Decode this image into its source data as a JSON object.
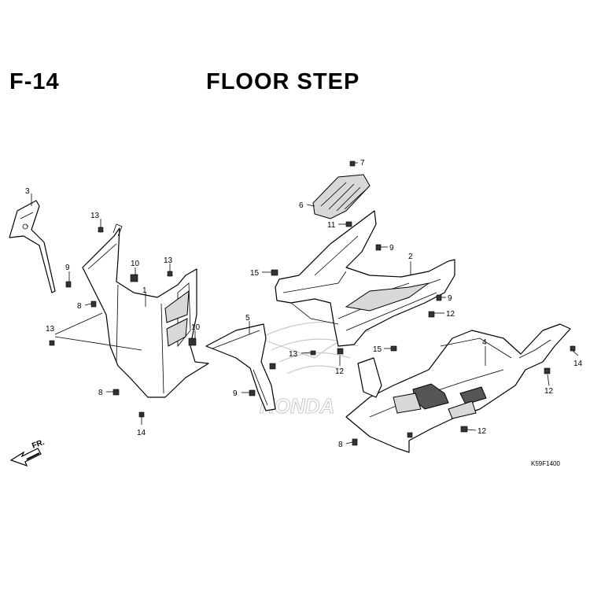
{
  "header": {
    "section_code": "F-14",
    "section_title": "FLOOR STEP"
  },
  "watermark_text": "HONDA",
  "front_indicator": "FR.",
  "drawing_code": "K59F1400",
  "callouts": [
    "1",
    "2",
    "3",
    "4",
    "5",
    "6",
    "7",
    "8",
    "9",
    "10",
    "11",
    "12",
    "13",
    "14",
    "15"
  ]
}
